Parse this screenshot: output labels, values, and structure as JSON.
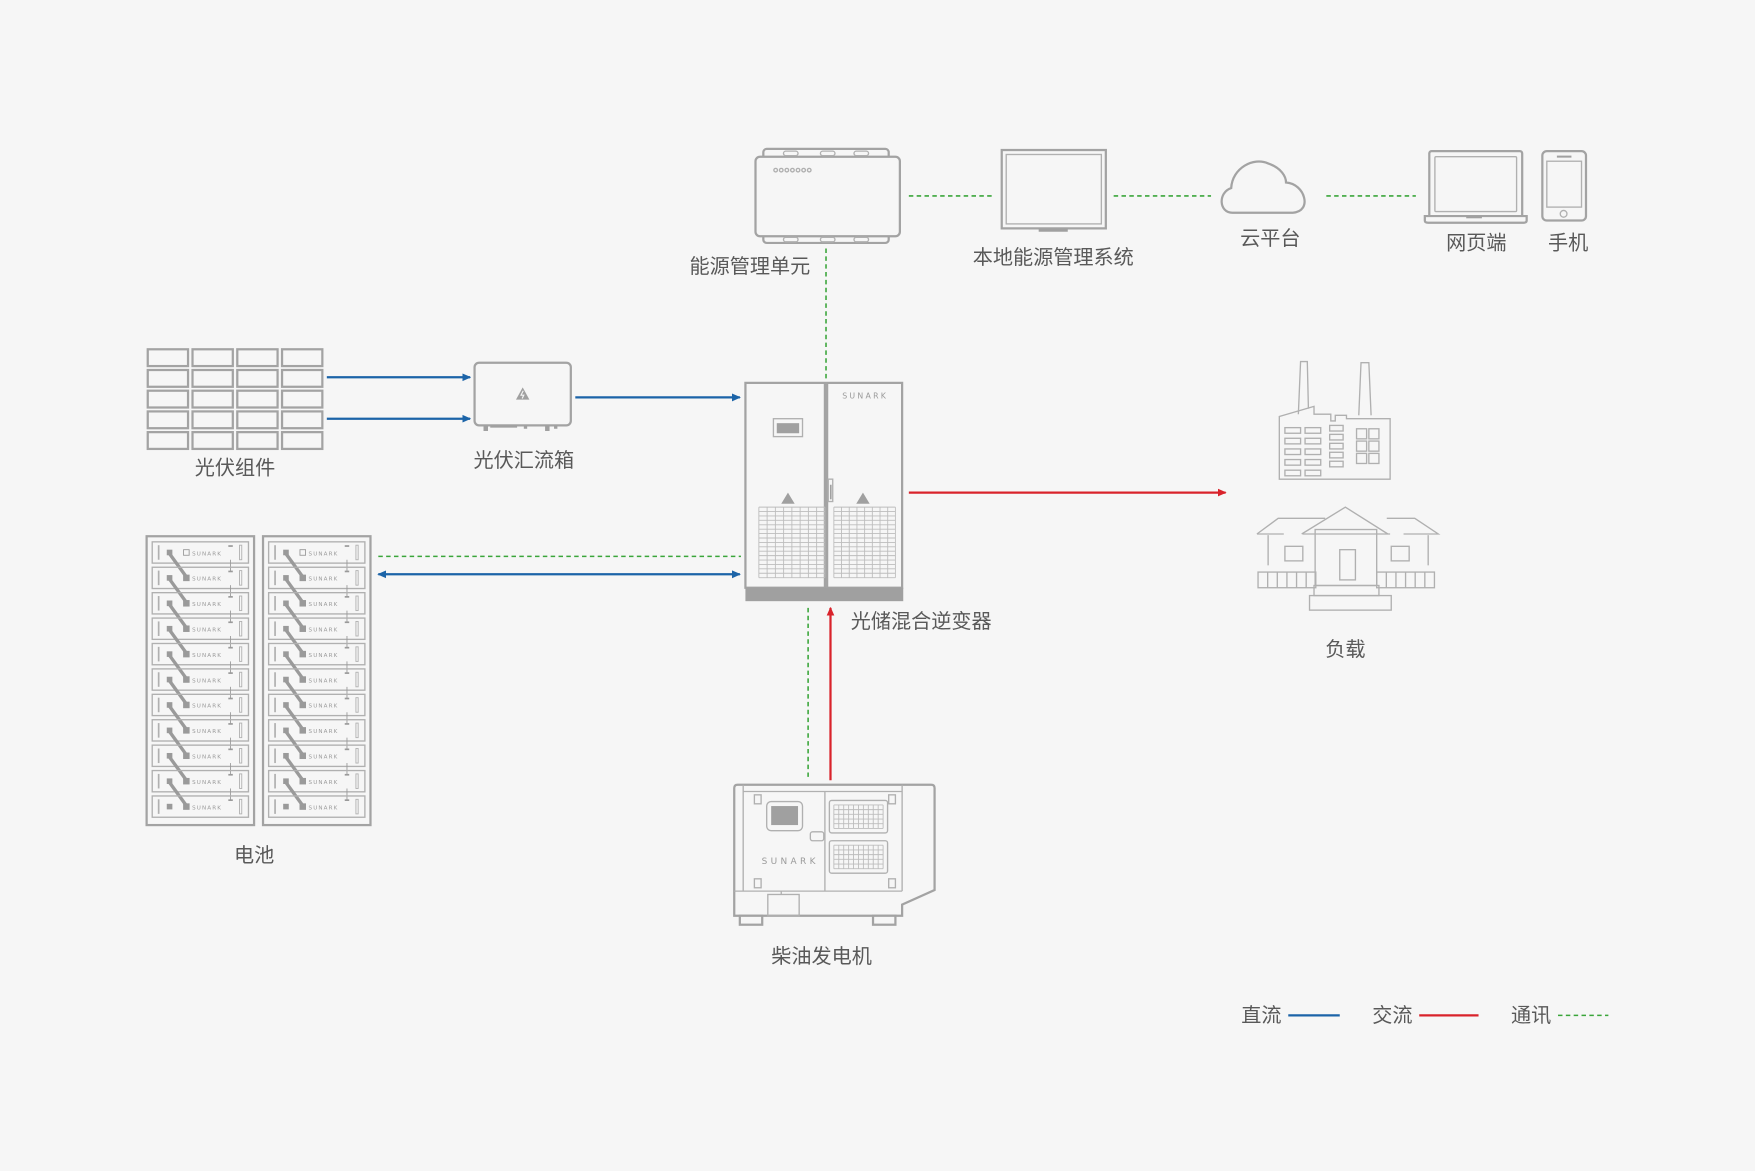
{
  "diagram": {
    "colors": {
      "dc": "#1c64a8",
      "ac": "#d9232b",
      "comm": "#3aa53a",
      "device_stroke": "#a3a3a3",
      "background": "#f6f6f6",
      "label": "#595959"
    },
    "brand_mark": "SUNARK",
    "nodes": {
      "ems_unit": {
        "label": "能源管理单元"
      },
      "local_ems": {
        "label": "本地能源管理系统"
      },
      "cloud": {
        "label": "云平台"
      },
      "web": {
        "label": "网页端"
      },
      "mobile": {
        "label": "手机"
      },
      "pv_modules": {
        "label": "光伏组件"
      },
      "pv_combiner": {
        "label": "光伏汇流箱"
      },
      "hybrid_inverter": {
        "label": "光储混合逆变器"
      },
      "load": {
        "label": "负载"
      },
      "battery": {
        "label": "电池"
      },
      "diesel_generator": {
        "label": "柴油发电机"
      }
    },
    "connections": [
      {
        "from": "ems_unit",
        "to": "local_ems",
        "type": "comm"
      },
      {
        "from": "local_ems",
        "to": "cloud",
        "type": "comm"
      },
      {
        "from": "cloud",
        "to": "web",
        "type": "comm"
      },
      {
        "from": "ems_unit",
        "to": "hybrid_inverter",
        "type": "comm"
      },
      {
        "from": "pv_modules",
        "to": "pv_combiner",
        "type": "dc",
        "count": 2
      },
      {
        "from": "pv_combiner",
        "to": "hybrid_inverter",
        "type": "dc"
      },
      {
        "from": "hybrid_inverter",
        "to": "load",
        "type": "ac"
      },
      {
        "from": "battery",
        "to": "hybrid_inverter",
        "type": "comm"
      },
      {
        "from": "battery",
        "to": "hybrid_inverter",
        "type": "dc",
        "bidirectional": true
      },
      {
        "from": "diesel_generator",
        "to": "hybrid_inverter",
        "type": "comm"
      },
      {
        "from": "diesel_generator",
        "to": "hybrid_inverter",
        "type": "ac"
      }
    ],
    "legend": [
      {
        "label": "直流",
        "type": "dc"
      },
      {
        "label": "交流",
        "type": "ac"
      },
      {
        "label": "通讯",
        "type": "comm"
      }
    ]
  }
}
